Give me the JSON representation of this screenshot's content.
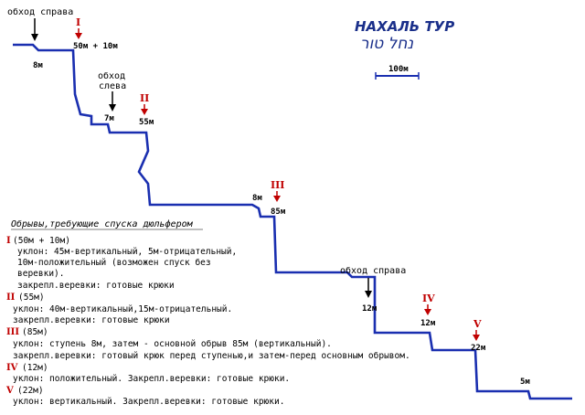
{
  "title": "НАХАЛЬ ТУР",
  "title_hebrew": "נחל טור",
  "scale_label": "100м",
  "colors": {
    "profile": "#1a2fb0",
    "marker": "#c00000",
    "title": "#1a2f8a"
  },
  "bypass_labels": {
    "right_top": "обход справа",
    "left_line1": "обход",
    "left_line2": "слева",
    "right_bottom": "обход справа"
  },
  "drop_markers": [
    {
      "numeral": "I",
      "height": "50м + 10м"
    },
    {
      "numeral": "II",
      "height": "55м"
    },
    {
      "numeral": "III",
      "height": "85м"
    },
    {
      "numeral": "IV",
      "height": "12м"
    },
    {
      "numeral": "V",
      "height": "22м"
    }
  ],
  "minor_steps": [
    "8м",
    "7м",
    "8м",
    "12м",
    "5м"
  ],
  "legend": {
    "heading": "Обрывы,требующие спуска дюльфером",
    "items": [
      {
        "numeral": "I",
        "height": "(50м + 10м)",
        "lines": [
          "уклон: 45м-вертикальный, 5м-отрицательный,",
          "10м-положительный (возможен спуск без",
          "веревки).",
          "закрепл.веревки: готовые крюки"
        ]
      },
      {
        "numeral": "II",
        "height": "(55м)",
        "lines": [
          "уклон: 40м-вертикальный,15м-отрицательный.",
          "закрепл.веревки: готовые крюки"
        ]
      },
      {
        "numeral": "III",
        "height": "(85м)",
        "lines": [
          "уклон: ступень 8м, затем - основной обрыв 85м (вертикальный).",
          "закрепл.веревки: готовый крюк перед ступенью,и затем-перед основным обрывом."
        ]
      },
      {
        "numeral": "IV",
        "height": "(12м)",
        "lines": [
          "уклон: положительный. Закрепл.веревки: готовые крюки."
        ]
      },
      {
        "numeral": "V",
        "height": "(22м)",
        "lines": [
          "уклон: вертикальный.  Закрепл.веревки: готовые крюки."
        ]
      }
    ]
  }
}
